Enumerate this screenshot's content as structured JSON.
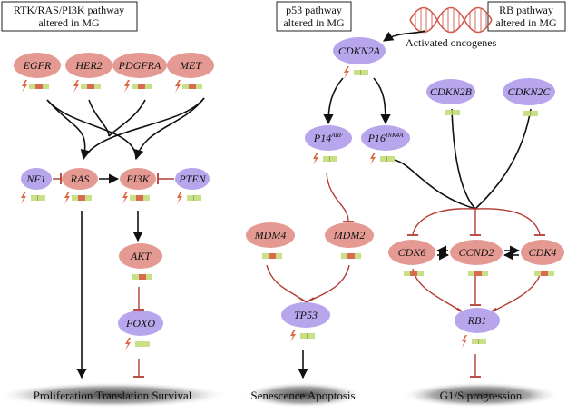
{
  "pathway_boxes": [
    {
      "id": "rtk",
      "lines": [
        "RTK/RAS/PI3K pathway",
        "altered in MG"
      ]
    },
    {
      "id": "p53",
      "lines": [
        "p53 pathway",
        "altered in MG"
      ]
    },
    {
      "id": "rb",
      "lines": [
        "RB pathway",
        "altered in MG"
      ]
    }
  ],
  "oncogenes_label": "Activated oncogenes",
  "colors": {
    "red_node": "#e49a93",
    "purple_node": "#b7a6ec",
    "bar_green": "#c9df86",
    "bar_red": "#d86a4e",
    "lightning": "#d96a44",
    "activation_arrow": "#111111",
    "inhibition_line": "#b23b33",
    "shadow": "#4a4a4a"
  },
  "nodes": [
    {
      "id": "EGFR",
      "label": "EGFR",
      "color": "red",
      "mut": true,
      "bar": "green-red-green"
    },
    {
      "id": "HER2",
      "label": "HER2",
      "color": "red",
      "mut": true,
      "bar": "green-red-green"
    },
    {
      "id": "PDGFRA",
      "label": "PDGFRA",
      "color": "red",
      "mut": true,
      "bar": "green-red-green"
    },
    {
      "id": "MET",
      "label": "MET",
      "color": "red",
      "mut": true,
      "bar": "green-red-green"
    },
    {
      "id": "NF1",
      "label": "NF1",
      "color": "purple",
      "mut": true,
      "bar": "green-green"
    },
    {
      "id": "RAS",
      "label": "RAS",
      "color": "red",
      "mut": true,
      "bar": "green-red-green"
    },
    {
      "id": "PI3K",
      "label": "PI3K",
      "color": "red",
      "mut": true,
      "bar": "green-red-green"
    },
    {
      "id": "PTEN",
      "label": "PTEN",
      "color": "purple",
      "mut": true,
      "bar": "green-green"
    },
    {
      "id": "AKT",
      "label": "AKT",
      "color": "red",
      "mut": false,
      "bar": "green-red-green"
    },
    {
      "id": "FOXO",
      "label": "FOXO",
      "color": "purple",
      "mut": true,
      "bar": "green-green"
    },
    {
      "id": "CDKN2A",
      "label": "CDKN2A",
      "color": "purple",
      "mut": true,
      "bar": "green-green"
    },
    {
      "id": "P14",
      "label": "P14",
      "sup": "ARF",
      "color": "purple",
      "mut": true,
      "bar": "green-green"
    },
    {
      "id": "P16",
      "label": "P16",
      "sup": "INK4A",
      "color": "purple",
      "mut": true,
      "bar": "green-green"
    },
    {
      "id": "CDKN2B",
      "label": "CDKN2B",
      "color": "purple",
      "mut": false,
      "bar": "green-green"
    },
    {
      "id": "CDKN2C",
      "label": "CDKN2C",
      "color": "purple",
      "mut": false,
      "bar": "green-green"
    },
    {
      "id": "MDM4",
      "label": "MDM4",
      "color": "red",
      "mut": false,
      "bar": "green-red-green"
    },
    {
      "id": "MDM2",
      "label": "MDM2",
      "color": "red",
      "mut": false,
      "bar": "green-red-green"
    },
    {
      "id": "TP53",
      "label": "TP53",
      "color": "purple",
      "mut": true,
      "bar": "green-green"
    },
    {
      "id": "CDK6",
      "label": "CDK6",
      "color": "red",
      "mut": false,
      "bar": "green-red-green"
    },
    {
      "id": "CCND2",
      "label": "CCND2",
      "color": "red",
      "mut": false,
      "bar": "green-red-green"
    },
    {
      "id": "CDK4",
      "label": "CDK4",
      "color": "red",
      "mut": false,
      "bar": "green-red-green"
    },
    {
      "id": "RB1",
      "label": "RB1",
      "color": "purple",
      "mut": true,
      "bar": "green-green"
    }
  ],
  "outcomes": [
    {
      "id": "prolif",
      "label": "Proliferation Translation Survival"
    },
    {
      "id": "senes",
      "label": "Senescence Apoptosis"
    },
    {
      "id": "g1s",
      "label": "G1/S progression"
    }
  ]
}
